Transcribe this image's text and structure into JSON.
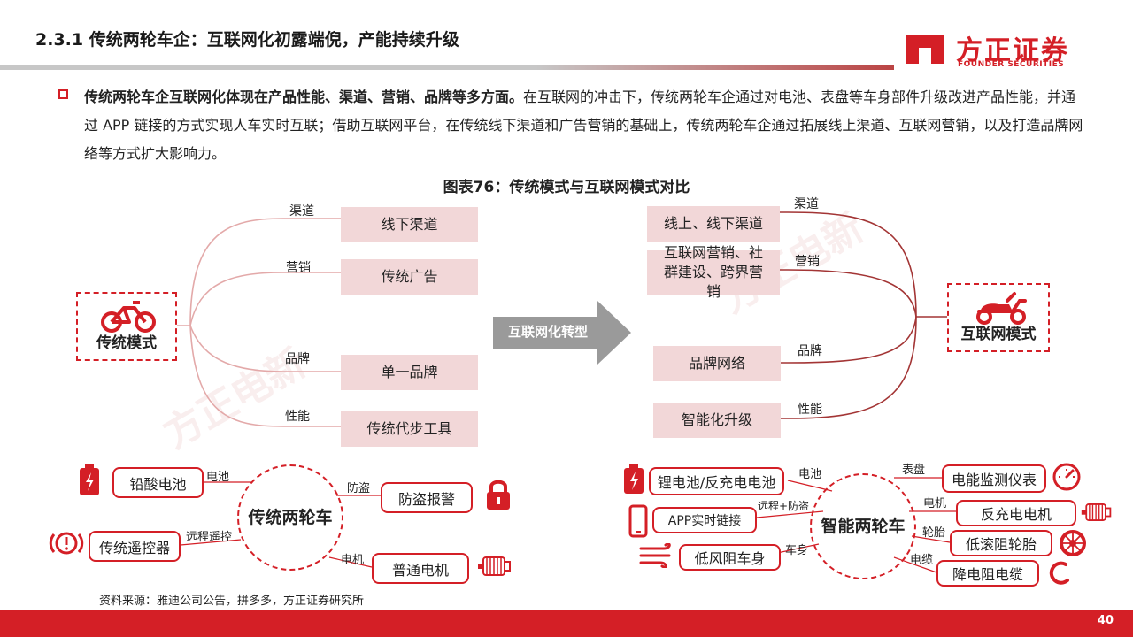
{
  "header": {
    "title": "2.3.1 传统两轮车企：互联网化初露端倪，产能持续升级",
    "logo_cn": "方正证券",
    "logo_en": "FOUNDER SECURITIES"
  },
  "intro": {
    "bold": "传统两轮车企互联网化体现在产品性能、渠道、营销、品牌等多方面。",
    "rest": "在互联网的冲击下，传统两轮车企通过对电池、表盘等车身部件升级改进产品性能，并通过 APP 链接的方式实现人车实时互联；借助互联网平台，在传统线下渠道和广告营销的基础上，传统两轮车企通过拓展线上渠道、互联网营销，以及打造品牌网络等方式扩大影响力。"
  },
  "figure": {
    "title": "图表76：传统模式与互联网模式对比",
    "arrow_label": "互联网化转型",
    "traditional": {
      "label": "传统模式",
      "branches": [
        {
          "label": "渠道",
          "box": "线下渠道"
        },
        {
          "label": "营销",
          "box": "传统广告"
        },
        {
          "label": "品牌",
          "box": "单一品牌"
        },
        {
          "label": "性能",
          "box": "传统代步工具"
        }
      ]
    },
    "internet": {
      "label": "互联网模式",
      "branches": [
        {
          "label": "渠道",
          "box": "线上、线下渠道"
        },
        {
          "label": "营销",
          "box": "互联网营销、社群建设、跨界营销"
        },
        {
          "label": "品牌",
          "box": "品牌网络"
        },
        {
          "label": "性能",
          "box": "智能化升级"
        }
      ]
    },
    "bottom_left": {
      "center": "传统两轮车",
      "items": [
        {
          "label": "电池",
          "value": "铅酸电池",
          "icon": "battery-icon"
        },
        {
          "label": "远程遥控",
          "value": "传统遥控器",
          "icon": "alarm-icon"
        },
        {
          "label": "防盗",
          "value": "防盗报警",
          "icon": "lock-icon"
        },
        {
          "label": "电机",
          "value": "普通电机",
          "icon": "motor-icon"
        }
      ]
    },
    "bottom_right": {
      "center": "智能两轮车",
      "items": [
        {
          "label": "电池",
          "value": "锂电池/反充电电池",
          "icon": "battery-icon"
        },
        {
          "label": "远程+防盗",
          "value": "APP实时链接",
          "icon": "phone-icon"
        },
        {
          "label": "车身",
          "value": "低风阻车身",
          "icon": "wind-icon"
        },
        {
          "label": "表盘",
          "value": "电能监测仪表",
          "icon": "gauge-icon"
        },
        {
          "label": "电机",
          "value": "反充电电机",
          "icon": "motor-icon"
        },
        {
          "label": "轮胎",
          "value": "低滚阻轮胎",
          "icon": "tire-icon"
        },
        {
          "label": "电缆",
          "value": "降电阻电缆",
          "icon": "cable-icon"
        }
      ]
    }
  },
  "source": "资料来源：雅迪公司公告，拼多多，方正证券研究所",
  "page_number": "40",
  "watermark": "方正电新",
  "colors": {
    "accent": "#d41f26",
    "box_fill": "#f2d7d8",
    "curve": "#e3a9a9",
    "curve_right": "#a33535"
  }
}
